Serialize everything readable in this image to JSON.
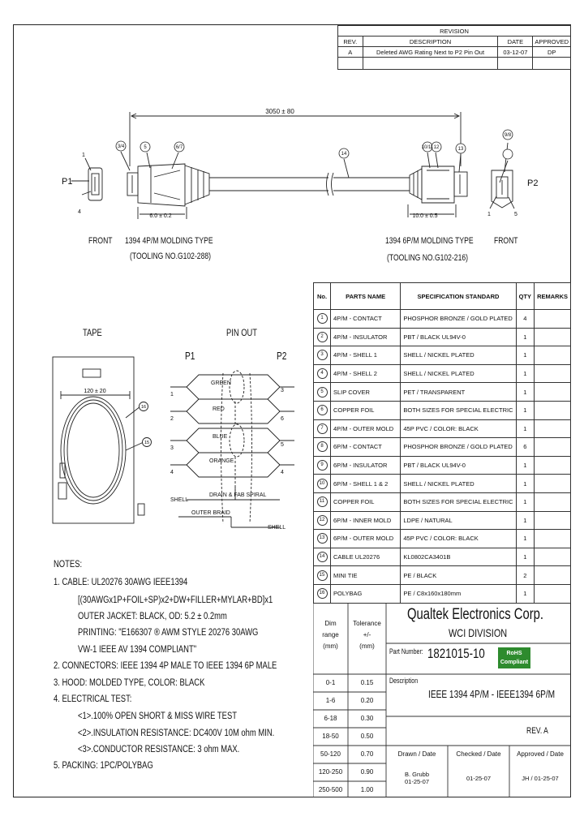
{
  "revision": {
    "title": "REVISION",
    "headers": [
      "REV.",
      "DESCRIPTION",
      "DATE",
      "APPROVED"
    ],
    "row": [
      "A",
      "Deleted AWG Rating Next to P2 Pin Out",
      "03-12-07",
      "DP"
    ]
  },
  "drawing": {
    "length_dim": "3050 ± 80",
    "left_dim": "6.0 ± 0.2",
    "right_dim": "10.0 ± 0.5",
    "p1": "P1",
    "p2": "P2",
    "front_left": "FRONT",
    "front_right": "FRONT",
    "mold_left": "1394 4P/M MOLDING TYPE",
    "tool_left": "(TOOLING NO.G102-288)",
    "mold_right": "1394 6P/M MOLDING TYPE",
    "tool_right": "(TOOLING NO.G102-216)",
    "callouts": {
      "a": "3/4",
      "b": "5",
      "c": "6/7",
      "d": "14",
      "e": "10/11",
      "f": "12",
      "g": "9/8",
      "h": "13"
    },
    "pin_labels": {
      "l1": "1",
      "l4": "4",
      "r1": "1",
      "r5": "5"
    }
  },
  "tape": {
    "title": "TAPE",
    "dim": "120 ± 20",
    "c1": "16",
    "c2": "15"
  },
  "pinout": {
    "title": "PIN OUT",
    "p1": "P1",
    "p2": "P2",
    "wires": [
      "GREEN",
      "RED",
      "BLUE",
      "ORANGE"
    ],
    "drain": "DRAIN & FAB SPIRAL",
    "outer_braid": "OUTER BRAID",
    "shell_left": "SHELL",
    "shell_right": "SHELL",
    "left_pins": [
      "1",
      "2",
      "3",
      "4"
    ],
    "right_pins": [
      "3",
      "6",
      "5",
      "4"
    ]
  },
  "parts": {
    "headers": [
      "No.",
      "PARTS NAME",
      "SPECIFICATION STANDARD",
      "QTY",
      "REMARKS"
    ],
    "rows": [
      {
        "no": "1",
        "name": "4P/M - CONTACT",
        "spec": "PHOSPHOR BRONZE / GOLD PLATED",
        "qty": "4"
      },
      {
        "no": "2",
        "name": "4P/M - INSULATOR",
        "spec": "PBT / BLACK UL94V-0",
        "qty": "1"
      },
      {
        "no": "3",
        "name": "4P/M - SHELL 1",
        "spec": "SHELL / NICKEL PLATED",
        "qty": "1"
      },
      {
        "no": "4",
        "name": "4P/M - SHELL 2",
        "spec": "SHELL / NICKEL PLATED",
        "qty": "1"
      },
      {
        "no": "5",
        "name": "SLIP COVER",
        "spec": "PET / TRANSPARENT",
        "qty": "1"
      },
      {
        "no": "6",
        "name": "COPPER FOIL",
        "spec": "BOTH SIZES FOR SPECIAL ELECTRIC",
        "qty": "1"
      },
      {
        "no": "7",
        "name": "4P/M - OUTER MOLD",
        "spec": "45P PVC / COLOR: BLACK",
        "qty": "1"
      },
      {
        "no": "8",
        "name": "6P/M - CONTACT",
        "spec": "PHOSPHOR BRONZE / GOLD PLATED",
        "qty": "6"
      },
      {
        "no": "9",
        "name": "6P/M - INSULATOR",
        "spec": "PBT / BLACK UL94V-0",
        "qty": "1"
      },
      {
        "no": "10",
        "name": "6P/M - SHELL 1 & 2",
        "spec": "SHELL / NICKEL PLATED",
        "qty": "1"
      },
      {
        "no": "11",
        "name": "COPPER FOIL",
        "spec": "BOTH SIZES FOR SPECIAL ELECTRIC",
        "qty": "1"
      },
      {
        "no": "12",
        "name": "6P/M - INNER MOLD",
        "spec": "LDPE / NATURAL",
        "qty": "1"
      },
      {
        "no": "13",
        "name": "6P/M - OUTER MOLD",
        "spec": "45P PVC / COLOR: BLACK",
        "qty": "1"
      },
      {
        "no": "14",
        "name": "CABLE UL20276",
        "spec": "KL0802CA3401B",
        "qty": "1"
      },
      {
        "no": "15",
        "name": "MINI TIE",
        "spec": "PE / BLACK",
        "qty": "2"
      },
      {
        "no": "16",
        "name": "POLYBAG",
        "spec": "PE / C8x160x180mm",
        "qty": "1"
      }
    ]
  },
  "notes": {
    "title": "NOTES:",
    "lines": [
      "1. CABLE: UL20276 30AWG IEEE1394",
      "[(30AWGx1P+FOIL+SP)x2+DW+FILLER+MYLAR+BD]x1",
      "OUTER JACKET: BLACK, OD: 5.2 ± 0.2mm",
      "PRINTING: \"E166307 ® AWM STYLE 20276 30AWG",
      "VW-1 IEEE AV 1394 COMPLIANT\"",
      "2. CONNECTORS: IEEE 1394 4P MALE TO IEEE 1394 6P MALE",
      "3. HOOD: MOLDED TYPE, COLOR: BLACK",
      "4. ELECTRICAL TEST:",
      "<1>.100% OPEN SHORT & MISS WIRE TEST",
      "<2>.INSULATION RESISTANCE: DC400V 10M ohm MIN.",
      "<3>.CONDUCTOR RESISTANCE: 3 ohm MAX.",
      "5. PACKING: 1PC/POLYBAG"
    ]
  },
  "title_block": {
    "company": "Qualtek Electronics Corp.",
    "division": "WCI DIVISION",
    "dim_header": [
      "Dim",
      "range",
      "(mm)"
    ],
    "tol_header": [
      "Tolerance",
      "+/-",
      "(mm)"
    ],
    "tol_rows": [
      [
        "0-1",
        "0.15"
      ],
      [
        "1-6",
        "0.20"
      ],
      [
        "6-18",
        "0.30"
      ],
      [
        "18-50",
        "0.50"
      ],
      [
        "50-120",
        "0.70"
      ],
      [
        "120-250",
        "0.90"
      ],
      [
        "250-500",
        "1.00"
      ]
    ],
    "part_number_label": "Part Number:",
    "part_number": "1821015-10",
    "rohs": [
      "RoHS",
      "Compliant"
    ],
    "description_label": "Description",
    "description": "IEEE 1394 4P/M - IEEE1394 6P/M",
    "rev": "REV. A",
    "drawn_label": "Drawn / Date",
    "checked_label": "Checked / Date",
    "approved_label": "Approved / Date",
    "drawn": "B. Grubb",
    "drawn_date": "01-25-07",
    "checked": "01-25-07",
    "approved": "JH / 01-25-07"
  }
}
